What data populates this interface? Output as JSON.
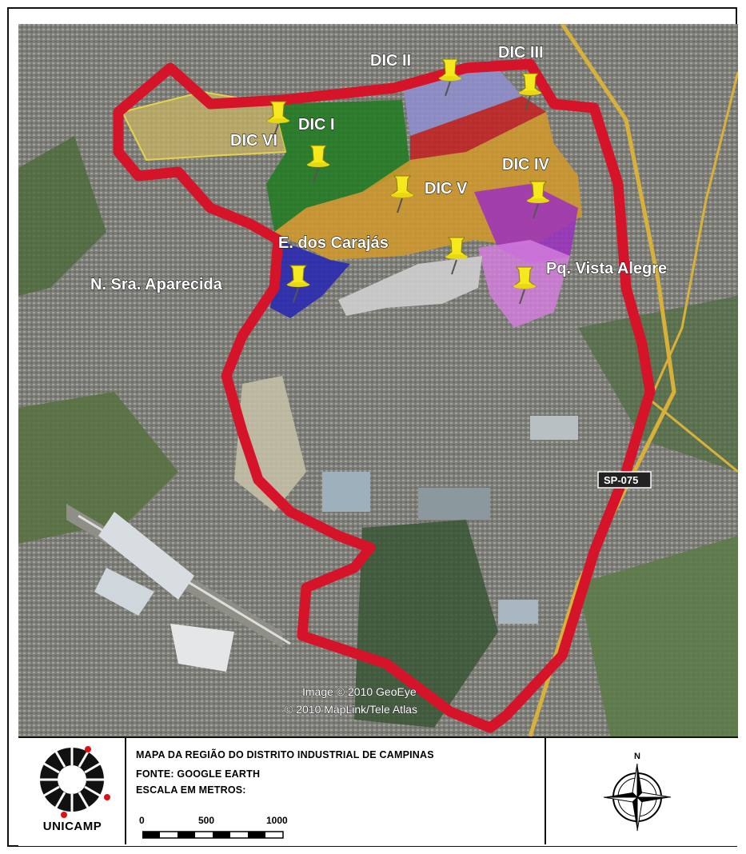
{
  "map": {
    "regions": [
      {
        "label": "DIC I",
        "color": "#1f7a1f"
      },
      {
        "label": "DIC II",
        "color": "#8f8fd0"
      },
      {
        "label": "DIC III",
        "color": "#c42020"
      },
      {
        "label": "DIC IV",
        "color": "#9b30c0"
      },
      {
        "label": "DIC V",
        "color": "#d29a2a"
      },
      {
        "label": "DIC VI",
        "color": "#c8b464"
      },
      {
        "label": "E. dos Carajás",
        "color": "#2a2ab0"
      },
      {
        "label": "N. Sra. Aparecida",
        "color": ""
      },
      {
        "label": "Pq. Vista Alegre",
        "color": "#d77ee0"
      }
    ],
    "road_shield": "SP-075",
    "credit_line1": "Image © 2010 GeoEye",
    "credit_line2": "© 2010 MapLink/Tele Atlas",
    "boundary_color": "#d5142a",
    "pin_color": "#f5e81c"
  },
  "legend": {
    "logo_text": "UNICAMP",
    "title": "MAPA DA REGIÃO DO DISTRITO INDUSTRIAL DE CAMPINAS",
    "source": "FONTE: GOOGLE EARTH",
    "scale_label": "ESCALA EM METROS:",
    "scale_ticks": [
      "0",
      "500",
      "1000"
    ],
    "compass_north": "N"
  }
}
